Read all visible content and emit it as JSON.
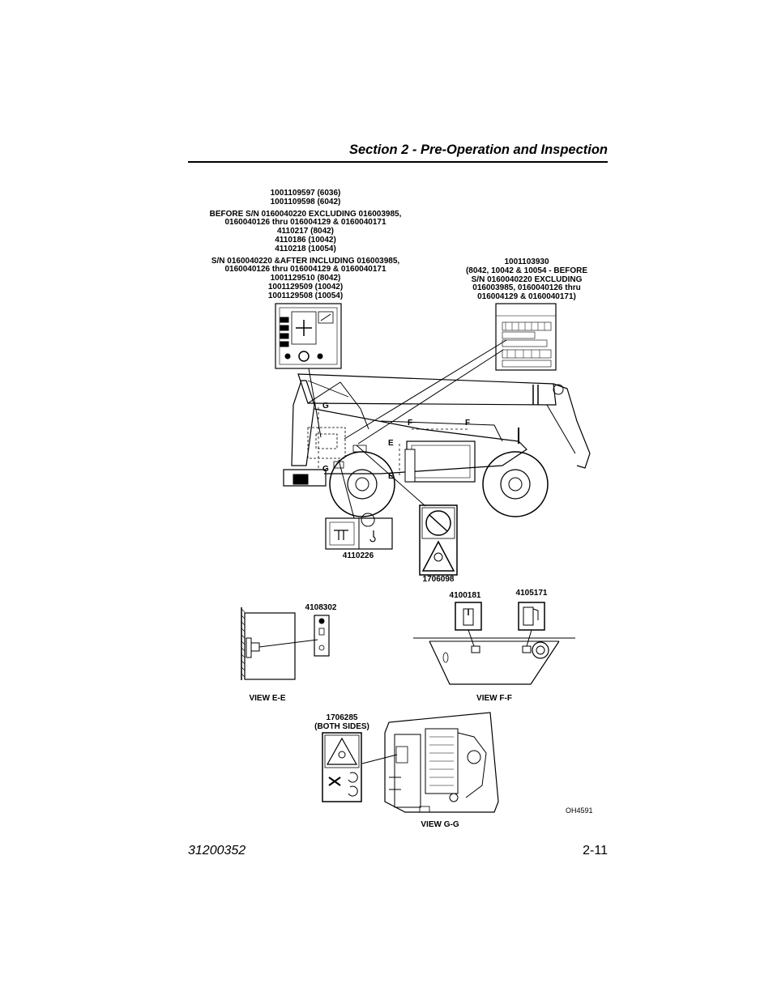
{
  "header": {
    "title": "Section 2 - Pre-Operation and Inspection"
  },
  "labels": {
    "top_center": {
      "lines": [
        "1001109597 (6036)",
        "1001109598 (6042)",
        "BEFORE S/N 0160040220 EXCLUDING 016003985,",
        "0160040126 thru 016004129 & 0160040171",
        "4110217 (8042)",
        "4110186 (10042)",
        "4110218 (10054)",
        "S/N 0160040220 &AFTER INCLUDING 016003985,",
        "0160040126 thru 016004129 & 0160040171",
        "1001129510 (8042)",
        "1001129509 (10042)",
        "1001129508 (10054)"
      ]
    },
    "top_right": {
      "lines": [
        "1001103930",
        "(8042, 10042 & 10054 - BEFORE",
        "S/N 0160040220 EXCLUDING",
        "016003985, 0160040126 thru",
        "016004129 & 0160040171)"
      ]
    },
    "decal_4110226": "4110226",
    "decal_1706098": "1706098",
    "decal_4108302": "4108302",
    "decal_4100181": "4100181",
    "decal_4105171": "4105171",
    "decal_1706285": {
      "lines": [
        "1706285",
        "(BOTH SIDES)"
      ]
    },
    "view_ee": "VIEW E-E",
    "view_ff": "VIEW F-F",
    "view_gg": "VIEW G-G",
    "fig_code": "OH4591",
    "section_marks": {
      "g": "G",
      "f": "F",
      "e": "E"
    }
  },
  "footer": {
    "doc_number": "31200352",
    "page": "2-11"
  }
}
